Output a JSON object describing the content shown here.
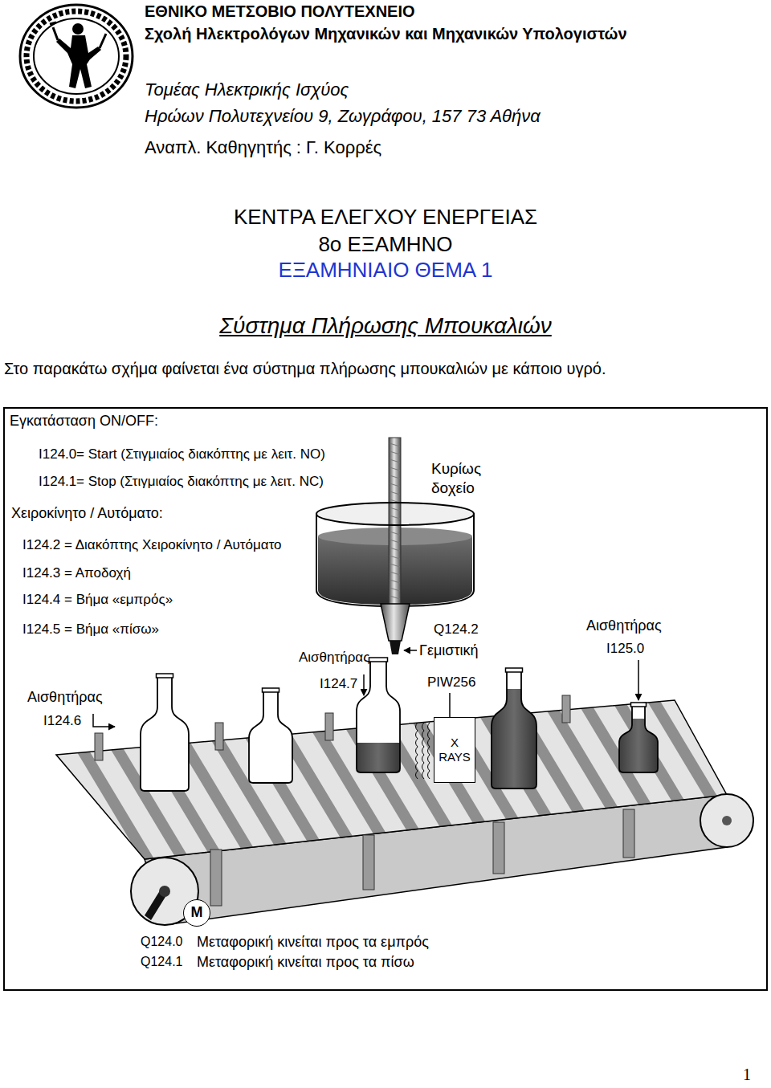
{
  "diagram": {
    "title": "ΚΕΝΤΡΑ ΕΛΕΓΧΟΥ ΕΝΕΡΓΕΙΑΣ",
    "nodes": [
      {
        "text": [
          "X RAYS"
        ]
      },
      {
        "text": [
          "M"
        ]
      }
    ],
    "labels": [
      "ΕΘΝΙΚΟ ΜΕΤΣΟΒΙΟ ΠΟΛΥΤΕΧΝΕΙΟ",
      "Σχολή Ηλεκτρολόγων Μηχανικών και Μηχανικών Υπολογιστών",
      "Τομέας Ηλεκτρικής Ισχύος",
      "Ηρώων Πολυτεχνείου 9, Ζωγράφου, 157 73 Αθήνα",
      "Αναπλ. Καθηγητής : Γ. Κορρές",
      "8ο ΕΞΑΜΗΝΟ",
      "ΕΞΑΜΗΝΙΑΙΟ ΘΕΜΑ 1",
      "Σύστημα Πλήρωσης Μπουκαλιών",
      "Στο παρακάτω σχήμα φαίνεται ένα σύστημα πλήρωσης μπουκαλιών με κάποιο υγρό.",
      "Εγκατάσταση ON/OFF:",
      "I124.0",
      "= Start (Στιγμιαίος διακόπτης με λειτ. NO)",
      "I124.1",
      "= Stop (Στιγμιαίος διακόπτης με λειτ. NC)",
      "Χειροκίνητο / Αυτόματο:",
      "I124.2",
      "= Διακόπτης Χειροκίνητο / Αυτόματο",
      "I124.3",
      "= Αποδοχή",
      "I124.4",
      "= Βήμα «εμπρός»",
      "I124.5",
      "= Βήμα «πίσω»",
      "Κυρίως δοχείο",
      "Q124.2",
      "Γεμιστική",
      "PIW256",
      "Αισθητήρας",
      "I124.7",
      "Αισθητήρας",
      "I125.0",
      "Αισθητήρας",
      "I124.6",
      "Q124.0",
      "Μεταφορική κινείται προς τα εμπρός",
      "Q124.1",
      "Μεταφορική κινείται προς τα πίσω",
      "1"
    ]
  }
}
